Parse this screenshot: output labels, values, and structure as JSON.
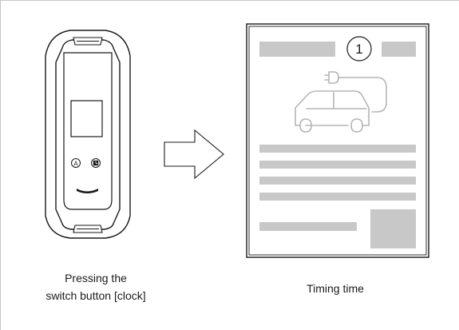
{
  "diagram": {
    "device": {
      "button_left_glyph": "A",
      "button_right_icon": "clock-icon"
    },
    "doc": {
      "step_number": "1",
      "charging_icon": "car-charging-icon"
    },
    "captions": {
      "left_line1": "Pressing the",
      "left_line2": "switch button [clock]",
      "right": "Timing time"
    },
    "colors": {
      "outline": "#1a1a1a",
      "placeholder_bar": "#c8c8c8",
      "car_outline": "#b5b5b5",
      "frame_border": "#c6c6c6"
    }
  }
}
